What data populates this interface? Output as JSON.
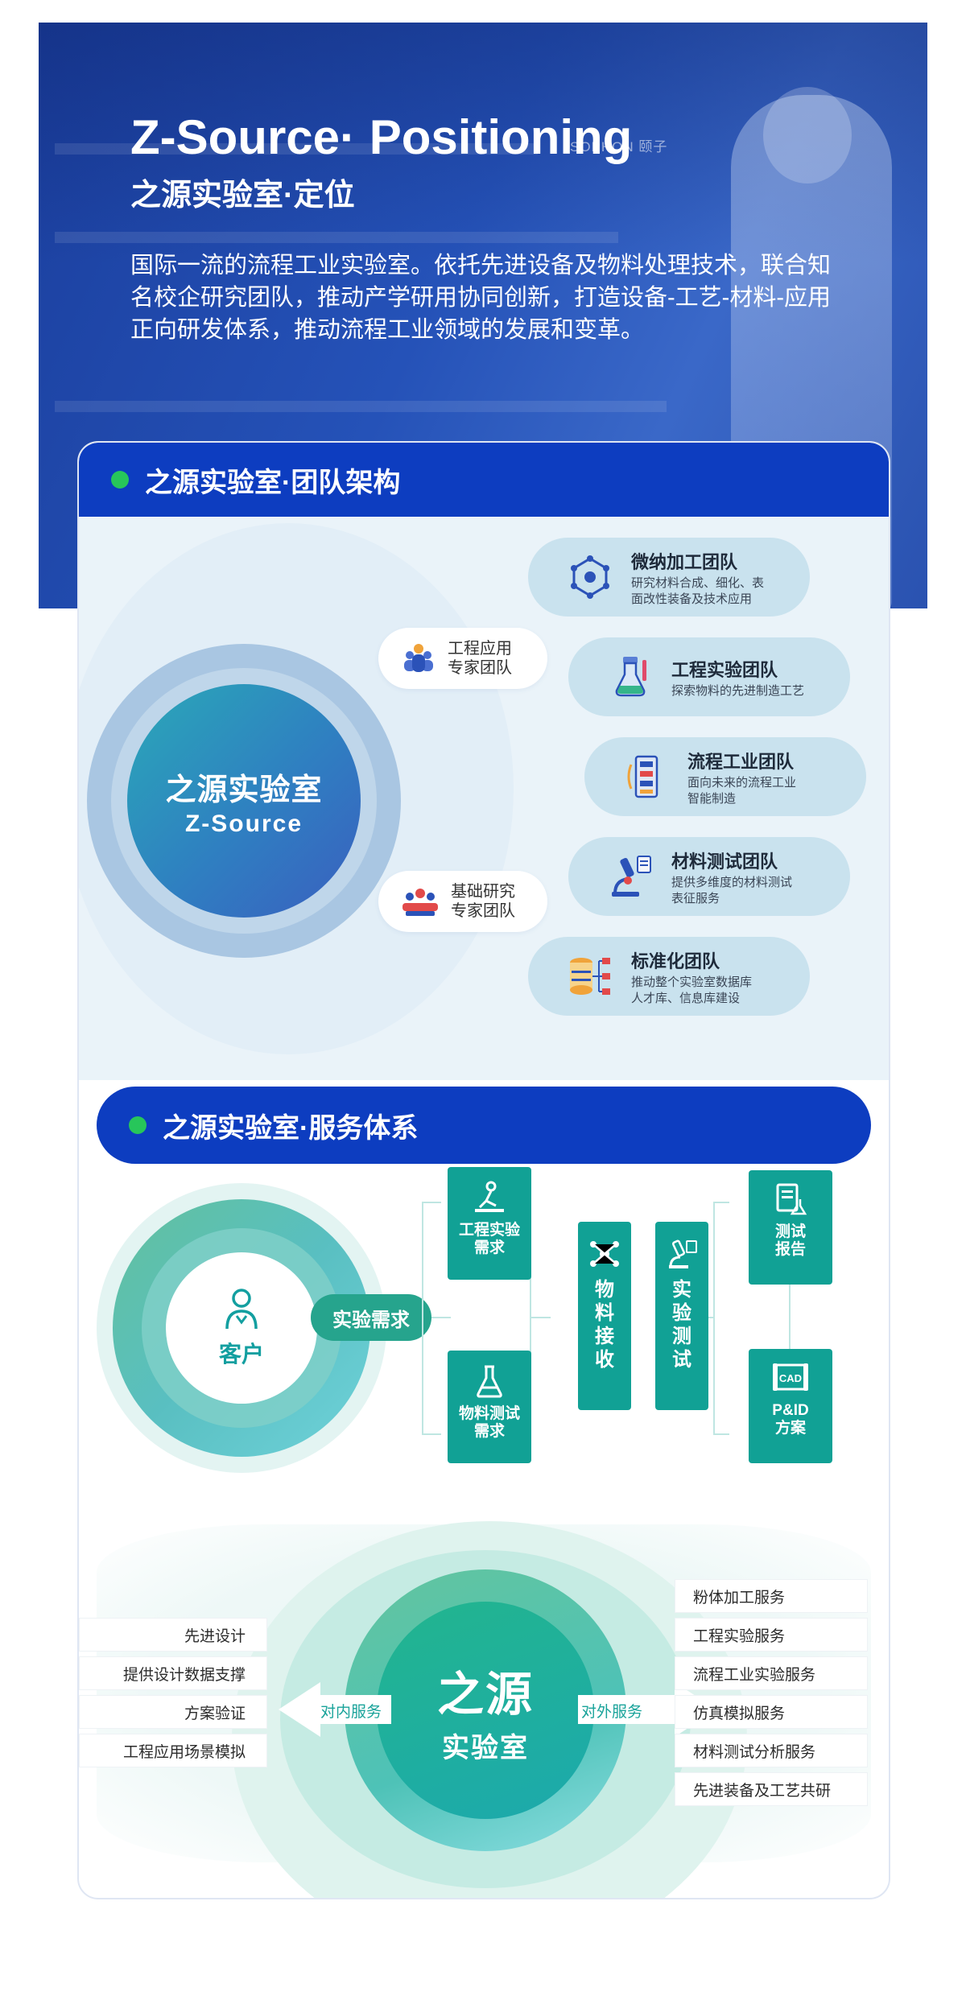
{
  "hero": {
    "title_en": "Z-Source· Positioning",
    "title_cn": "之源实验室·定位",
    "sign_text": "SOPHON 颐子",
    "description": "国际一流的流程工业实验室。依托先进设备及物料处理技术，联合知名校企研究团队，推动产学研用协同创新，打造设备-工艺-材料-应用正向研发体系，推动流程工业领域的发展和变革。"
  },
  "team_section": {
    "heading": "之源实验室·团队架构",
    "center_cn": "之源实验室",
    "center_en": "Z-Source",
    "experts": [
      {
        "label_1": "工程应用",
        "label_2": "专家团队",
        "icon": "engineer-group-icon"
      },
      {
        "label_1": "基础研究",
        "label_2": "专家团队",
        "icon": "research-group-icon"
      }
    ],
    "teams": [
      {
        "name": "微纳加工团队",
        "sub_1": "研究材料合成、细化、表",
        "sub_2": "面改性装备及技术应用",
        "icon": "molecule-icon"
      },
      {
        "name": "工程实验团队",
        "sub_1": "探索物料的先进制造工艺",
        "sub_2": "",
        "icon": "lab-flask-icon"
      },
      {
        "name": "流程工业团队",
        "sub_1": "面向未来的流程工业",
        "sub_2": "智能制造",
        "icon": "flowchart-icon"
      },
      {
        "name": "材料测试团队",
        "sub_1": "提供多维度的材料测试",
        "sub_2": "表征服务",
        "icon": "microscope-icon"
      },
      {
        "name": "标准化团队",
        "sub_1": "推动整个实验室数据库",
        "sub_2": "人才库、信息库建设",
        "icon": "database-icon"
      }
    ]
  },
  "service_section": {
    "heading": "之源实验室·服务体系",
    "customer_label": "客户",
    "need_label": "实验需求",
    "engineering_need": {
      "line_1": "工程实验",
      "line_2": "需求"
    },
    "material_need": {
      "line_1": "物料测试",
      "line_2": "需求"
    },
    "material_receive": [
      "物",
      "料",
      "接",
      "收"
    ],
    "experiment_test": [
      "实",
      "验",
      "测",
      "试"
    ],
    "test_report": {
      "line_1": "测试",
      "line_2": "报告"
    },
    "pid_plan": {
      "line_1": "P&ID",
      "line_2": "方案"
    },
    "cad_icon_text": "CAD"
  },
  "service_diagram": {
    "core_1": "之源",
    "core_2": "实验室",
    "internal_label": "对内服务",
    "external_label": "对外服务",
    "internal_items": [
      "先进设计",
      "提供设计数据支撑",
      "方案验证",
      "工程应用场景模拟"
    ],
    "external_items": [
      "粉体加工服务",
      "工程实验服务",
      "流程工业实验服务",
      "仿真模拟服务",
      "材料测试分析服务",
      "先进装备及工艺共研"
    ]
  },
  "colors": {
    "brand_blue": "#0d3dc0",
    "accent_green": "#27c65a",
    "teal": "#11a195"
  }
}
